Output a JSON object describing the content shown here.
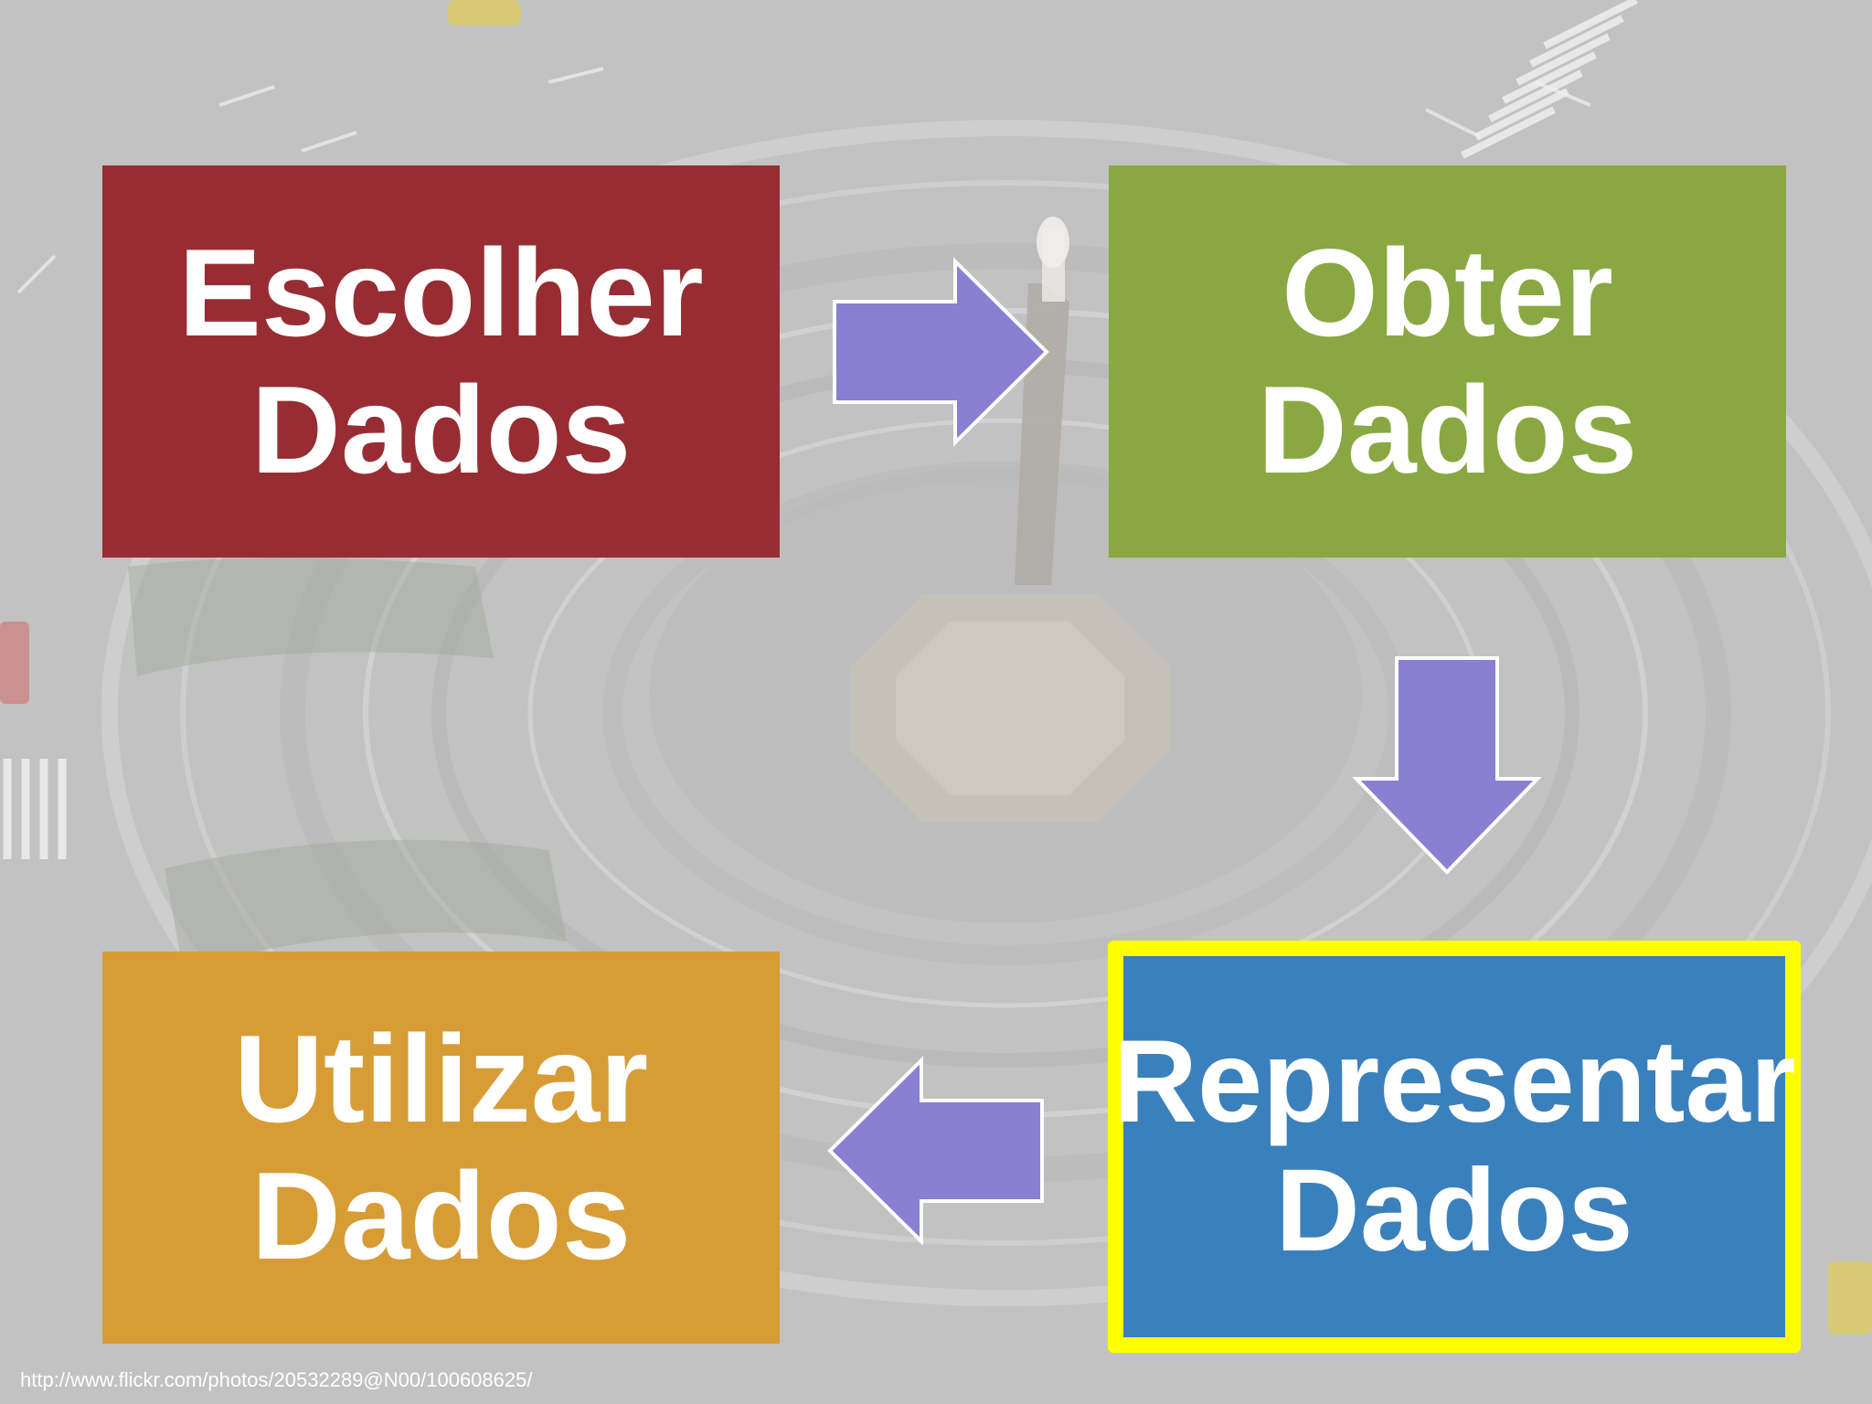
{
  "slide": {
    "background": "aerial-photo-traffic-circle"
  },
  "boxes": {
    "escolher": {
      "line1": "Escolher",
      "line2": "Dados",
      "color": "#972d33"
    },
    "obter": {
      "line1": "Obter",
      "line2": "Dados",
      "color": "#89a841"
    },
    "representar": {
      "line1": "Representar",
      "line2": "Dados",
      "color": "#3a80bd",
      "border_color": "#ffff00"
    },
    "utilizar": {
      "line1": "Utilizar",
      "line2": "Dados",
      "color": "#d79c36"
    }
  },
  "arrows": {
    "color": "#8b7fd1",
    "outline": "#ffffff"
  },
  "credit": {
    "text": "http://www.flickr.com/photos/20532289@N00/100608625/"
  }
}
